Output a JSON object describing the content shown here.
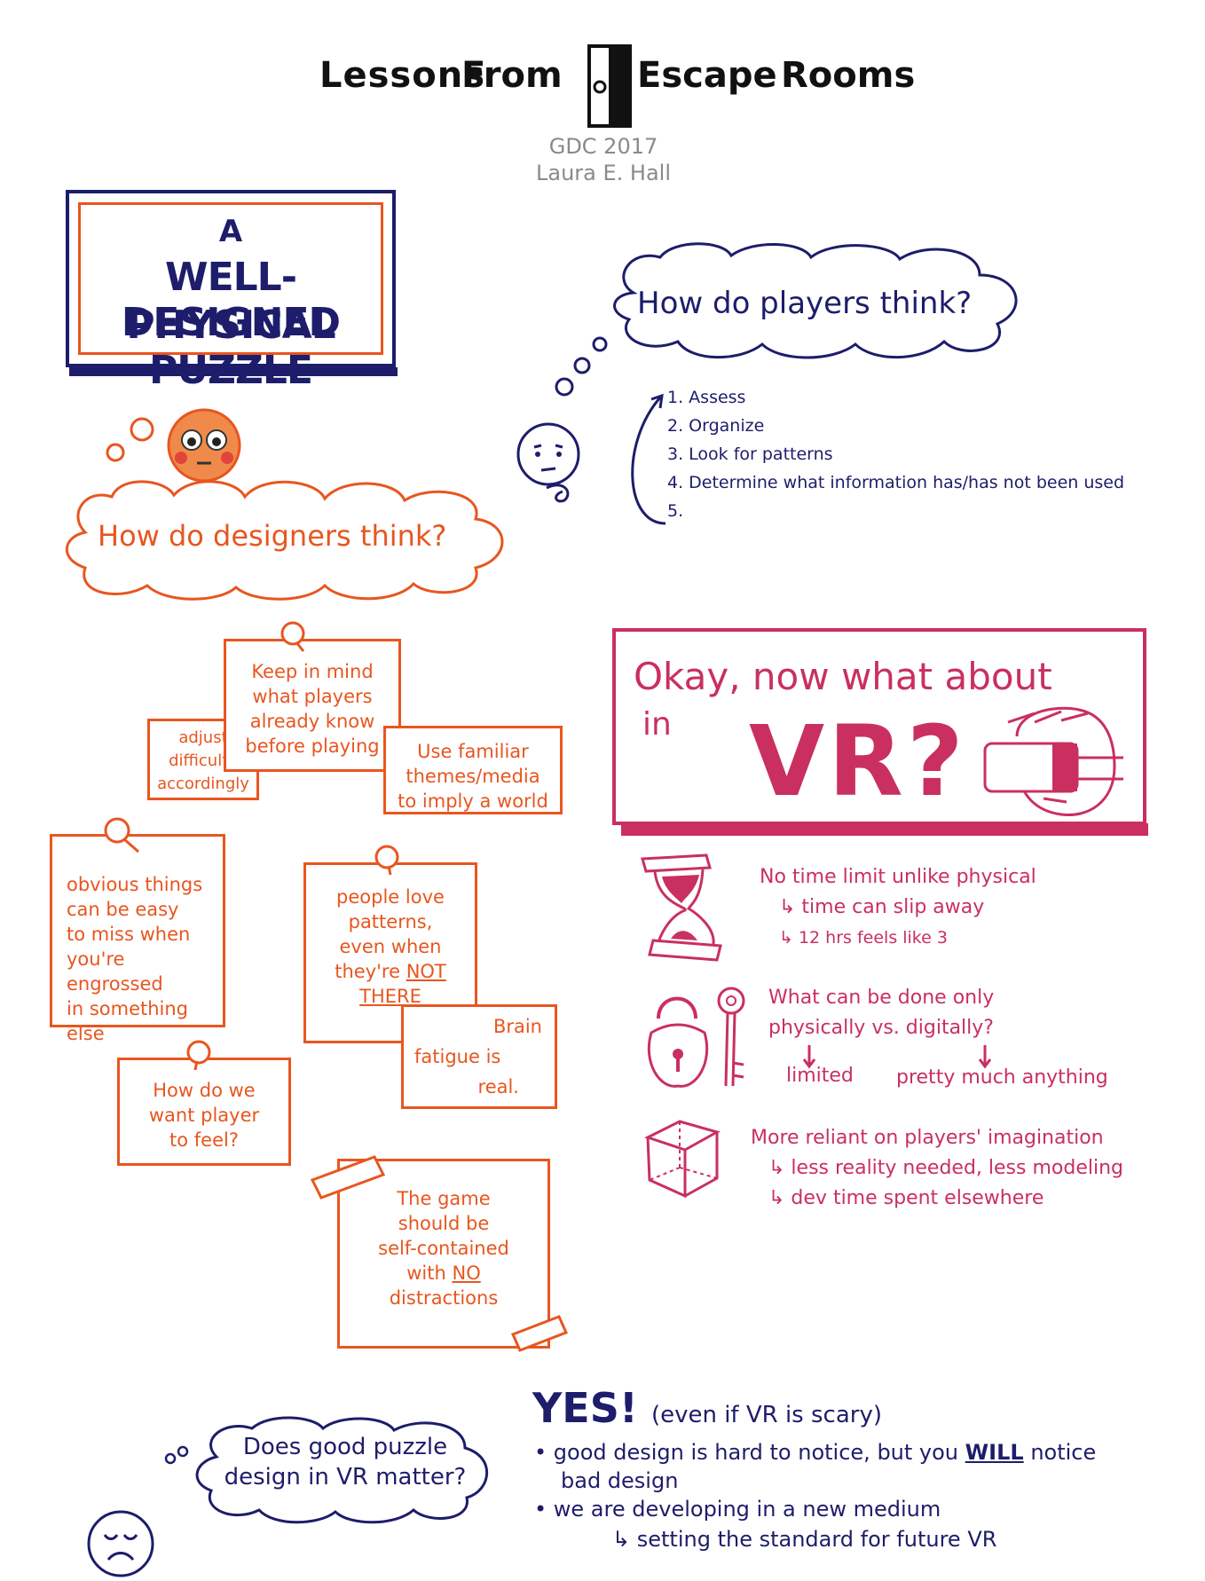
{
  "header": {
    "title_part1": "Lessons",
    "title_part2": "From",
    "title_part3": "Escape",
    "title_part4": "Rooms",
    "subtitle_line1": "GDC 2017",
    "subtitle_line2": "Laura E. Hall"
  },
  "puzzle_heading": {
    "line1": "A",
    "line2": "WELL-DESIGNED",
    "line3": "PHYSICAL PUZZLE"
  },
  "designers_thought": "How do designers think?",
  "players_thought": "How do players think?",
  "players_steps": [
    "1. Assess",
    "2. Organize",
    "3. Look for patterns",
    "4. Determine what information has/has not been used",
    "5."
  ],
  "notes": {
    "keep_in_mind": [
      "Keep in mind",
      "what players",
      "already know",
      "before playing"
    ],
    "adjust": [
      "adjust",
      "difficulty",
      "accordingly"
    ],
    "familiar": [
      "Use familiar",
      "themes/media",
      "to imply a world"
    ],
    "obvious": [
      "obvious things",
      "can be easy",
      "to miss when",
      "you're engrossed",
      "in something",
      "else"
    ],
    "patterns": [
      "people love",
      "patterns,",
      "even when",
      "they're",
      "NOT",
      "THERE"
    ],
    "brain_line1": "Brain",
    "brain_line2": "fatigue is",
    "brain_line3": "real.",
    "feel": [
      "How do we",
      "want player",
      "to feel?"
    ],
    "self_contained": [
      "The game",
      "should be",
      "self-contained",
      "with",
      "NO",
      "distractions"
    ]
  },
  "vr": {
    "line1": "Okay, now what about",
    "line2": "in",
    "big": "VR?"
  },
  "vr_points": {
    "time": [
      "No time limit unlike physical",
      "↳ time can slip away",
      "↳ 12 hrs feels like 3"
    ],
    "physical": [
      "What can be done only",
      "physically vs. digitally?",
      "limited",
      "pretty much anything"
    ],
    "imagination": [
      "More reliant on players' imagination",
      "↳ less reality needed, less modeling",
      "↳ dev time spent elsewhere"
    ]
  },
  "bottom": {
    "matter_line1": "Does good puzzle",
    "matter_line2": "design in VR matter?",
    "yes": "YES!",
    "yes_paren": "(even if VR is scary)",
    "bullet1_a": "• good design is hard to notice, but you",
    "bullet1_will": "WILL",
    "bullet1_b": "notice",
    "bullet1_c": "bad design",
    "bullet2_a": "• we are developing in a new medium",
    "bullet2_b": "↳ setting the standard for future VR"
  },
  "colors": {
    "navy": "#1d1d6b",
    "orange": "#e8561f",
    "pink": "#c9305f",
    "gray": "#8a8a8a"
  }
}
